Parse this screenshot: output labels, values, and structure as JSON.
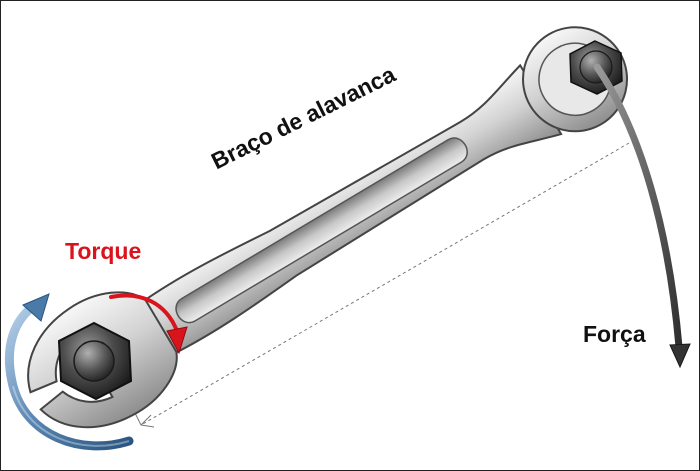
{
  "labels": {
    "torque": "Torque",
    "lever_arm": "Braço de alavanca",
    "force": "Força"
  },
  "colors": {
    "torque": "#d9141c",
    "text": "#111111",
    "rotation_arrow": "#3d6fa0",
    "wrench_steel": "#c9c9c9",
    "force_arrow": "#4a4a4a"
  },
  "icons": {
    "rotation": "curved-rotation-arrow-icon",
    "torque": "curved-torque-arrow-icon",
    "force": "downward-force-arrow-icon",
    "nut": "hex-nut-icon",
    "wrench": "wrench-icon"
  }
}
